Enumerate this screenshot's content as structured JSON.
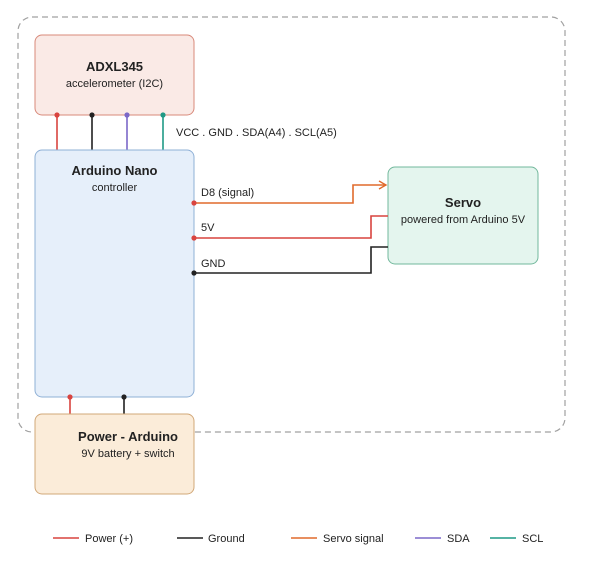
{
  "colors": {
    "power": "#d9443f",
    "ground": "#222222",
    "servo_signal": "#e06a2c",
    "sda": "#7b68c8",
    "scl": "#1f9a86"
  },
  "components": {
    "adxl": {
      "title": "ADXL345",
      "subtitle": "accelerometer (I2C)"
    },
    "arduino": {
      "title": "Arduino Nano",
      "subtitle": "controller"
    },
    "servo": {
      "title": "Servo",
      "subtitle": "powered from Arduino 5V"
    },
    "power": {
      "title": "Power - Arduino",
      "subtitle": "9V battery + switch"
    }
  },
  "wire_labels": {
    "i2c_bus": "VCC . GND . SDA(A4) . SCL(A5)",
    "d8": "D8 (signal)",
    "v5": "5V",
    "gnd": "GND"
  },
  "legend": [
    {
      "label": "Power (+)",
      "color_key": "power"
    },
    {
      "label": "Ground",
      "color_key": "ground"
    },
    {
      "label": "Servo signal",
      "color_key": "servo_signal"
    },
    {
      "label": "SDA",
      "color_key": "sda"
    },
    {
      "label": "SCL",
      "color_key": "scl"
    }
  ]
}
